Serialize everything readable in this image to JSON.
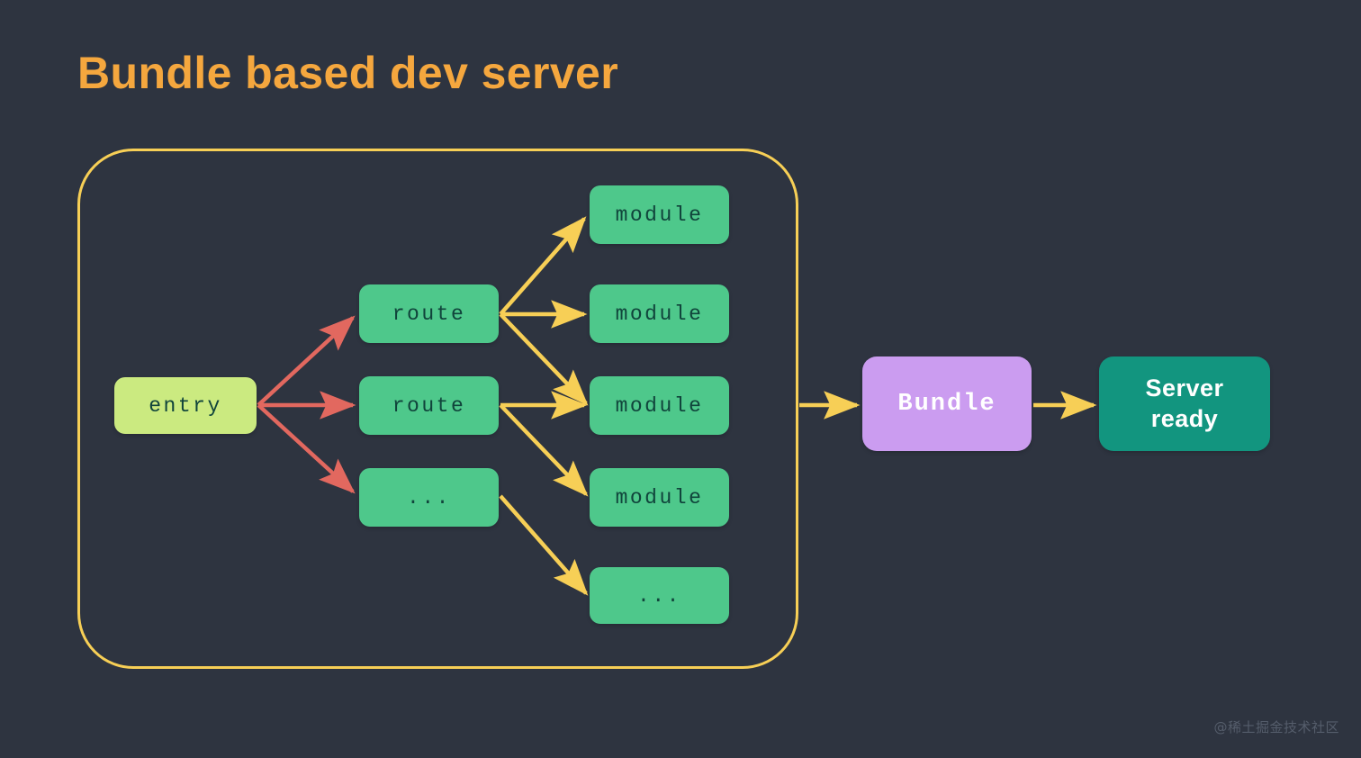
{
  "slide": {
    "title": "Bundle based dev server",
    "background_color": "#2e3440",
    "title_color": "#f5a73e",
    "watermark": "@稀土掘金技术社区"
  },
  "group_container": {
    "label": "bundle-group",
    "border_color": "#f7cf56"
  },
  "colors": {
    "entry_fill": "#cbea80",
    "green_fill": "#4ec88b",
    "bundle_fill": "#cb9cf0",
    "server_fill": "#12957f",
    "mono_text": "#10443b",
    "white_text": "#ffffff",
    "red_arrow": "#e2685f",
    "yellow_arrow": "#f7cf56"
  },
  "nodes": {
    "entry": "entry",
    "route_1": "route",
    "route_2": "route",
    "route_ellipsis": "...",
    "module_1": "module",
    "module_2": "module",
    "module_3": "module",
    "module_4": "module",
    "module_ellipsis": "...",
    "bundle": "Bundle",
    "server_line_1": "Server",
    "server_line_2": "ready"
  },
  "edges": [
    {
      "from": "entry",
      "to": "route_1",
      "color": "#e2685f"
    },
    {
      "from": "entry",
      "to": "route_2",
      "color": "#e2685f"
    },
    {
      "from": "entry",
      "to": "route_ellipsis",
      "color": "#e2685f"
    },
    {
      "from": "route_1",
      "to": "module_1",
      "color": "#f7cf56"
    },
    {
      "from": "route_1",
      "to": "module_2",
      "color": "#f7cf56"
    },
    {
      "from": "route_1",
      "to": "module_3",
      "color": "#f7cf56"
    },
    {
      "from": "route_2",
      "to": "module_3",
      "color": "#f7cf56"
    },
    {
      "from": "route_2",
      "to": "module_4",
      "color": "#f7cf56"
    },
    {
      "from": "route_ellipsis",
      "to": "module_ellipsis",
      "color": "#f7cf56"
    },
    {
      "from": "bundle_group",
      "to": "bundle",
      "color": "#f7cf56"
    },
    {
      "from": "bundle",
      "to": "server",
      "color": "#f7cf56"
    }
  ]
}
